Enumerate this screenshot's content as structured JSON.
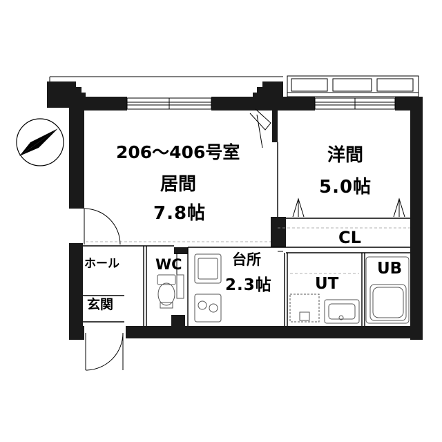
{
  "room_number": "206～406号室",
  "rooms": {
    "living": {
      "name": "居間",
      "size": "7.8帖"
    },
    "western": {
      "name": "洋間",
      "size": "5.0帖"
    },
    "closet": {
      "name": "CL"
    },
    "hall": {
      "name": "ホール"
    },
    "entrance": {
      "name": "玄関"
    },
    "toilet": {
      "name": "WC"
    },
    "kitchen": {
      "name": "台所",
      "size": "2.3帖"
    },
    "utility": {
      "name": "UT"
    },
    "bath": {
      "name": "UB"
    }
  },
  "north_arrow": {
    "icon": "north-arrow-icon"
  },
  "colors": {
    "wall": "#1a1a1a",
    "line": "#000000",
    "fixture": "#555555"
  }
}
